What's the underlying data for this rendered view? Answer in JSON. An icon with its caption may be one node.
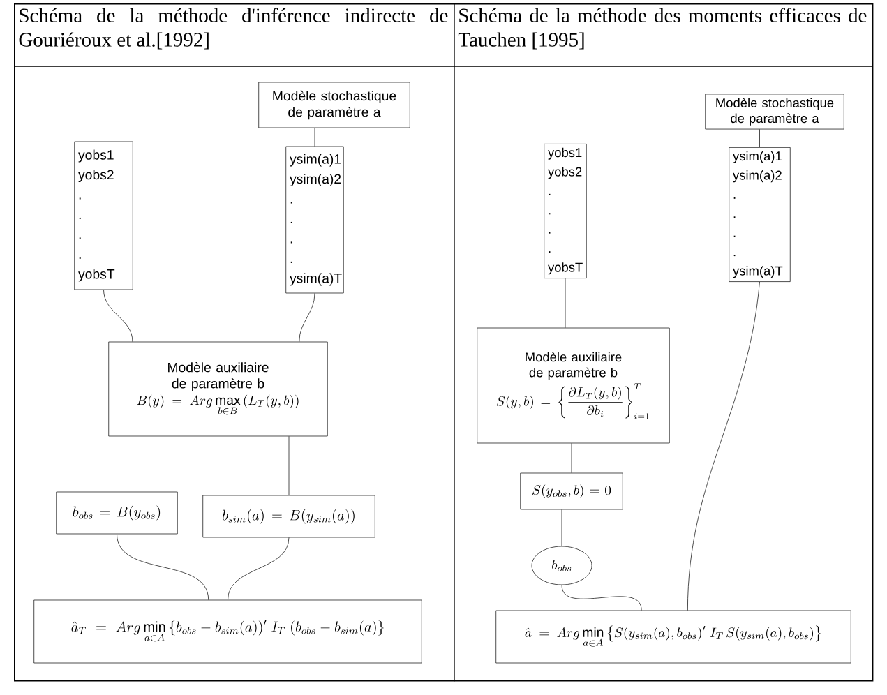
{
  "diagram": {
    "nodes": [
      {
        "text": [
          "Schéma de la méthode d'inférence indirecte de Gouriéroux et al.[1992]"
        ]
      },
      {
        "text": [
          "Modèle stochastique de paramètre a"
        ],
        "in": 0
      },
      {
        "text": [
          "yobs1",
          "yobs2",
          ".",
          ".",
          ".",
          ".",
          "yobsT"
        ],
        "in": 0
      },
      {
        "text": [
          "ysim(a)1",
          "ysim(a)2",
          ".",
          ".",
          ".",
          ".",
          "ysim(a)T"
        ],
        "in": 0
      },
      {
        "text": [
          "Modèle auxiliaire de paramètre b",
          "B(y) = Arg\\max_{b\\in B}\\,(L_T(y,b))"
        ],
        "in": 0
      },
      {
        "text": [
          "b_{obs} = B(y_{obs})"
        ],
        "in": 0
      },
      {
        "text": [
          "b_{sim}(a) = B(y_{sim}(a))"
        ],
        "in": 0
      },
      {
        "text": [
          "\\hat{a}_T = Arg\\min_{a\\in A}\\left\\{b_{obs}-b_{sim}(a))'\\; I_T\\;(b_{obs}-b_{sim}(a)\\right\\}"
        ],
        "in": 0
      },
      {
        "text": [
          "Schéma de la méthode des moments efficaces de Tauchen [1995]"
        ]
      },
      {
        "text": [
          "Modèle stochastique de paramètre a"
        ],
        "in": 8
      },
      {
        "text": [
          "yobs1",
          "yobs2",
          ".",
          ".",
          ".",
          ".",
          "yobsT"
        ],
        "in": 8
      },
      {
        "text": [
          "ysim(a)1",
          "ysim(a)2",
          ".",
          ".",
          ".",
          ".",
          "ysim(a)T"
        ],
        "in": 8
      },
      {
        "text": [
          "Modèle auxiliaire de paramètre b",
          "S(y,b) = \\left\\{\\frac{\\partial L_T(y,b)}{\\partial b_i}\\right\\}_{i=1}^{T}"
        ],
        "in": 8
      },
      {
        "text": [
          "S(y_{obs},b) = 0"
        ],
        "in": 8
      },
      {
        "text": [
          "b_{obs}"
        ],
        "in": 8
      },
      {
        "text": [
          "\\hat{a} = Arg\\min_{a\\in A}\\left\\{S(y_{sim}(a),b_{obs})'\\; I_T\\, S(y_{sim}(a),b_{obs})\\right\\}"
        ],
        "in": 8
      }
    ],
    "edges": [
      {
        "from": 1,
        "to": 3,
        "arrow": "none"
      },
      {
        "from": 2,
        "to": 4,
        "arrow": "none"
      },
      {
        "from": 3,
        "to": 4,
        "arrow": "none"
      },
      {
        "from": 4,
        "to": 5,
        "arrow": "none"
      },
      {
        "from": 4,
        "to": 6,
        "arrow": "none"
      },
      {
        "from": 5,
        "to": 7,
        "arrow": "none"
      },
      {
        "from": 6,
        "to": 7,
        "arrow": "none"
      },
      {
        "from": 9,
        "to": 11,
        "arrow": "none"
      },
      {
        "from": 10,
        "to": 12,
        "arrow": "none"
      },
      {
        "from": 12,
        "to": 13,
        "arrow": "none"
      },
      {
        "from": 13,
        "to": 14,
        "arrow": "none"
      },
      {
        "from": 14,
        "to": 15,
        "arrow": "none"
      },
      {
        "from": 11,
        "to": 15,
        "arrow": "none"
      }
    ]
  }
}
